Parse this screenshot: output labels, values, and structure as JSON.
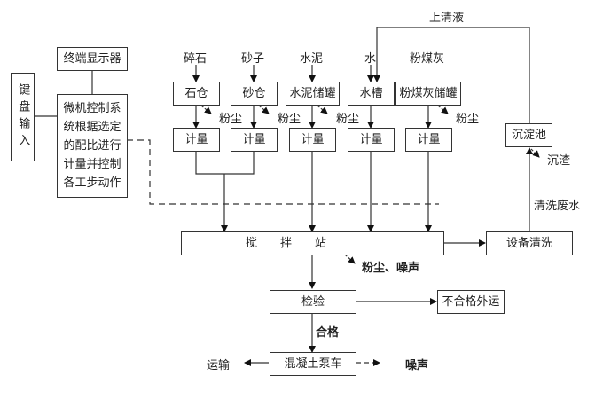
{
  "control": {
    "terminal_display": "终端显示器",
    "keyboard_input": "键盘输入",
    "microcomputer": "微机控制系统根据选定的配比进行计量并控制各工步动作"
  },
  "inputs": {
    "gravel": "碎石",
    "sand": "砂子",
    "cement": "水泥",
    "water": "水",
    "flyash": "粉煤灰",
    "supernatant": "上清液"
  },
  "storage": {
    "stone_bin": "石仓",
    "sand_bin": "砂仓",
    "cement_tank": "水泥储罐",
    "water_tank": "水槽",
    "flyash_tank": "粉煤灰储罐"
  },
  "metering_label": "计量",
  "dust_label": "粉尘",
  "mixing_station": "搅　　拌　　站",
  "mixing_emission": "粉尘、噪声",
  "equipment_cleaning": "设备清洗",
  "wash_wastewater": "清洗废水",
  "sedimentation_tank": "沉淀池",
  "sediment": "沉渣",
  "inspection": "检验",
  "reject": "不合格外运",
  "qualified": "合格",
  "pump_truck": "混凝土泵车",
  "transport": "运输",
  "noise": "噪声"
}
